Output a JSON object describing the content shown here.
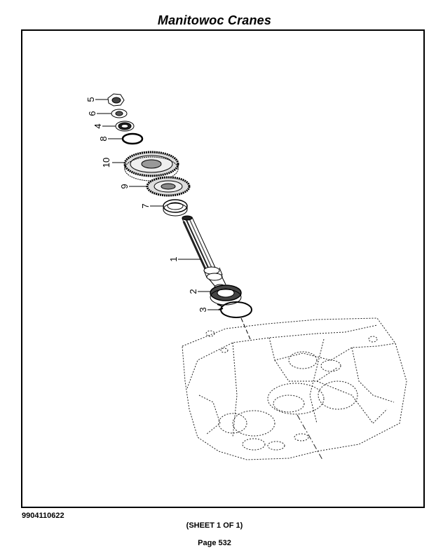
{
  "header": {
    "title": "Manitowoc Cranes"
  },
  "footer": {
    "doc_number": "9904110622",
    "sheet": "(SHEET 1 OF 1)",
    "page": "Page 532"
  },
  "diagram": {
    "callouts": [
      "5",
      "6",
      "4",
      "8",
      "10",
      "9",
      "7",
      "1",
      "2",
      "3"
    ]
  }
}
